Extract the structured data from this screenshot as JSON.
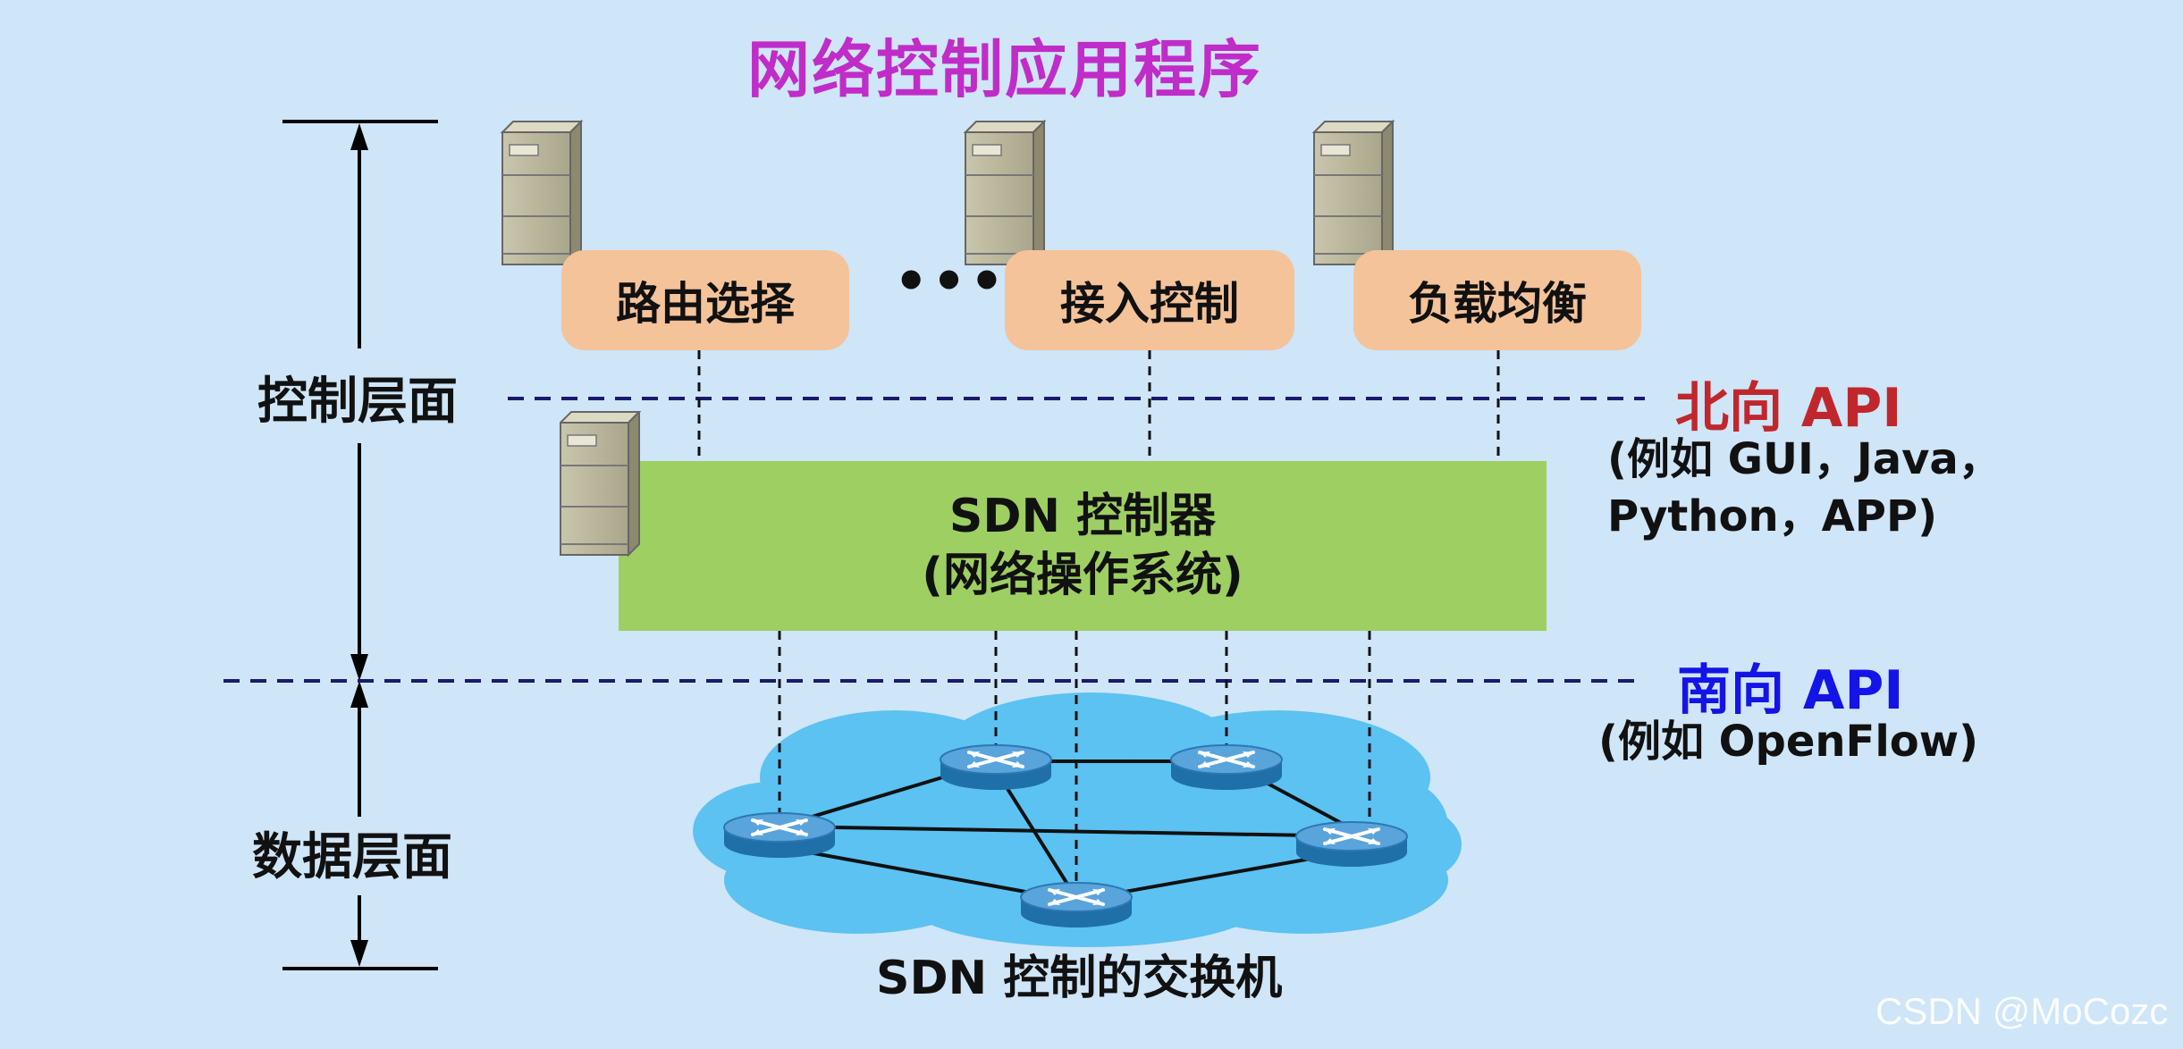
{
  "title": "网络控制应用程序",
  "applications": [
    {
      "label": "路由选择"
    },
    {
      "label": "接入控制"
    },
    {
      "label": "负载均衡"
    }
  ],
  "ellipsis": "•••",
  "control_plane_label": "控制层面",
  "data_plane_label": "数据层面",
  "controller": {
    "line1": "SDN 控制器",
    "line2": "(网络操作系统)"
  },
  "northbound": {
    "title": "北向 API",
    "example_line1": "(例如 GUI，Java，",
    "example_line2": "Python，APP)",
    "color": "#c0272d"
  },
  "southbound": {
    "title": "南向 API",
    "example": "(例如 OpenFlow)",
    "color": "#1414e6"
  },
  "switches_label": "SDN 控制的交换机",
  "watermark": "CSDN @MoCozc",
  "colors": {
    "background": "#cfe5f8",
    "app_box": "#f4c39a",
    "controller": "#9ecf63",
    "cloud": "#5bc2f2",
    "title": "#c02cc8",
    "dashed_line": "#1a1a6e"
  },
  "icons": [
    "server-icon",
    "router-icon",
    "cloud-icon"
  ]
}
